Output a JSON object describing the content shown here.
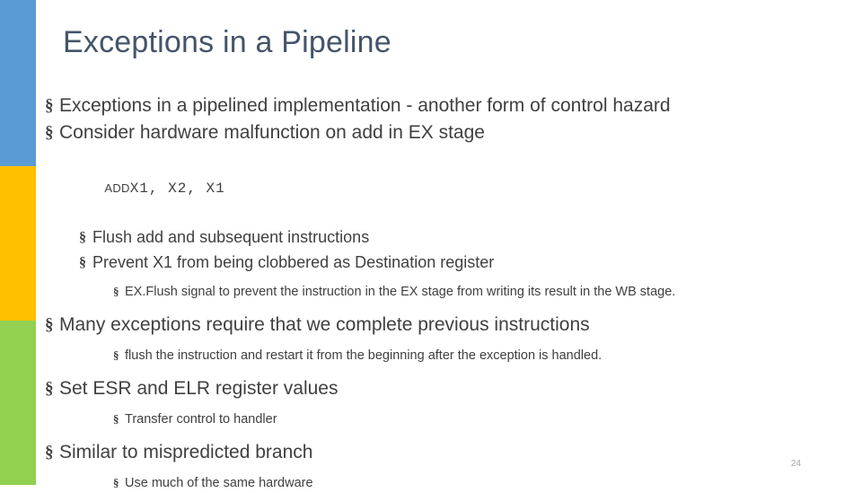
{
  "slide": {
    "title": "Exceptions in a Pipeline",
    "page_number": "24",
    "colors": {
      "bar_blue": "#5b9bd5",
      "bar_yellow": "#ffc000",
      "bar_green": "#92d050",
      "title": "#44546a",
      "body": "#404040"
    },
    "bullet_glyph": "§",
    "body": [
      {
        "level": 1,
        "text": "Exceptions in a pipelined implementation - another form of control hazard"
      },
      {
        "level": 1,
        "text": "Consider hardware malfunction on add in EX stage"
      },
      {
        "level": "code",
        "label": "ADD",
        "code": "X1, X2, X1"
      },
      {
        "level": 2,
        "text": "Flush add and subsequent instructions"
      },
      {
        "level": 2,
        "text": "Prevent X1 from being clobbered as Destination register"
      },
      {
        "level": 3,
        "text": "EX.Flush signal to prevent the instruction in the EX stage from writing its result in the WB stage."
      },
      {
        "level": 1,
        "text": "Many exceptions require that we complete previous instructions"
      },
      {
        "level": 3,
        "text": "flush the instruction and restart it from the beginning after the exception is handled."
      },
      {
        "level": 1,
        "text": "Set ESR and ELR register values"
      },
      {
        "level": 3,
        "text": "Transfer control to handler"
      },
      {
        "level": 1,
        "text": "Similar to mispredicted branch"
      },
      {
        "level": 3,
        "text": "Use much of the same hardware"
      }
    ]
  }
}
